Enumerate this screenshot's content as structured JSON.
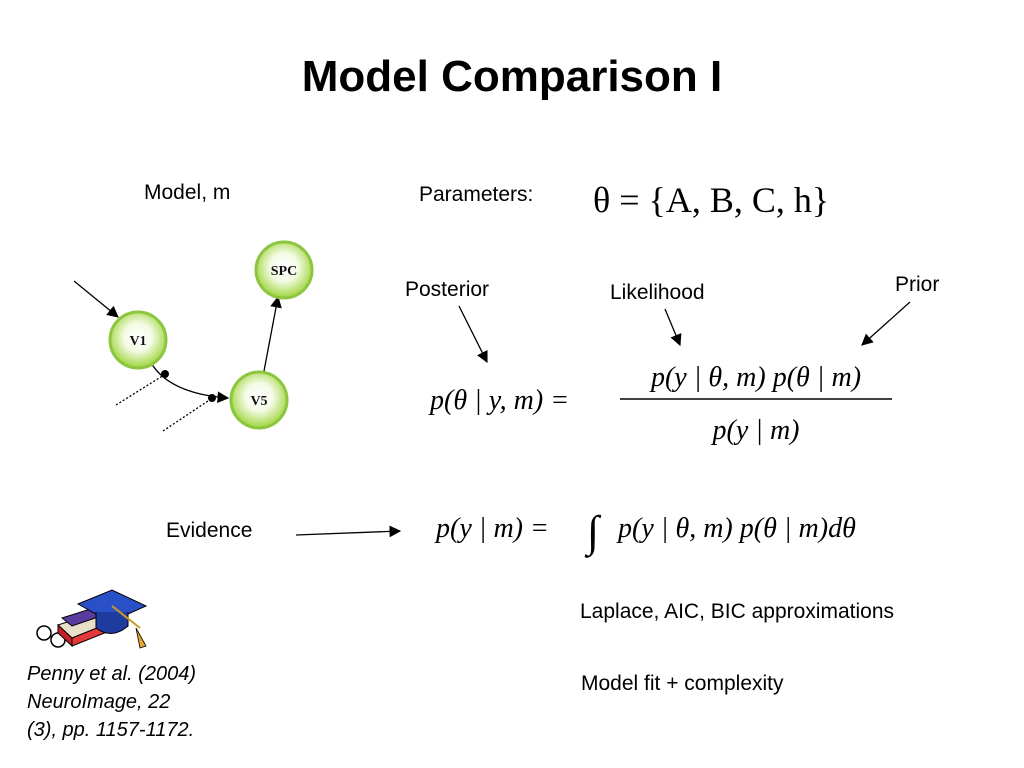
{
  "title": "Model Comparison I",
  "model_label": "Model, m",
  "parameters_label": "Parameters:",
  "posterior_label": "Posterior",
  "likelihood_label": "Likelihood",
  "prior_label": "Prior",
  "evidence_label": "Evidence",
  "approx_text": "Laplace, AIC, BIC approximations",
  "fit_text": "Model fit + complexity",
  "citation": {
    "line1": "Penny et al. (2004)",
    "line2": "NeuroImage, 22",
    "line3": "(3), pp. 1157-1172."
  },
  "nodes": {
    "v1": "V1",
    "v5": "V5",
    "spc": "SPC"
  },
  "colors": {
    "node_fill": "#a8d94a",
    "node_border": "#6fae1f"
  },
  "equations": {
    "parameters": "θ = {A, B, C, h}",
    "bayes_lhs": "p(θ | y, m) =",
    "bayes_numerator": "p(y | θ, m) p(θ | m)",
    "bayes_denominator": "p(y | m)",
    "evidence_lhs": "p(y | m) =",
    "evidence_integral": "∫",
    "evidence_rhs": "p(y | θ, m) p(θ | m)dθ"
  }
}
